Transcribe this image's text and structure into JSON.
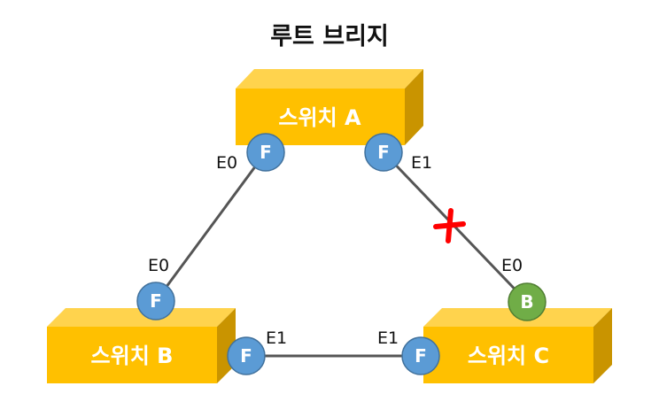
{
  "title": "루트 브리지",
  "switches": {
    "a": {
      "label": "스위치 A"
    },
    "b": {
      "label": "스위치 B"
    },
    "c": {
      "label": "스위치 C"
    }
  },
  "ports": {
    "a_e0": {
      "letter": "F",
      "interface": "E0",
      "color": "#5b9bd5"
    },
    "a_e1": {
      "letter": "F",
      "interface": "E1",
      "color": "#5b9bd5"
    },
    "b_e0": {
      "letter": "F",
      "interface": "E0",
      "color": "#5b9bd5"
    },
    "b_e1": {
      "letter": "F",
      "interface": "E1",
      "color": "#5b9bd5"
    },
    "c_e1": {
      "letter": "F",
      "interface": "E1",
      "color": "#5b9bd5"
    },
    "c_e0": {
      "letter": "B",
      "interface": "E0",
      "color": "#70ad47"
    }
  },
  "colors": {
    "switch_front": "#ffc000",
    "switch_top": "#ffd34d",
    "switch_side": "#c99400",
    "link": "#555555",
    "blocked_mark": "#ff0000"
  }
}
